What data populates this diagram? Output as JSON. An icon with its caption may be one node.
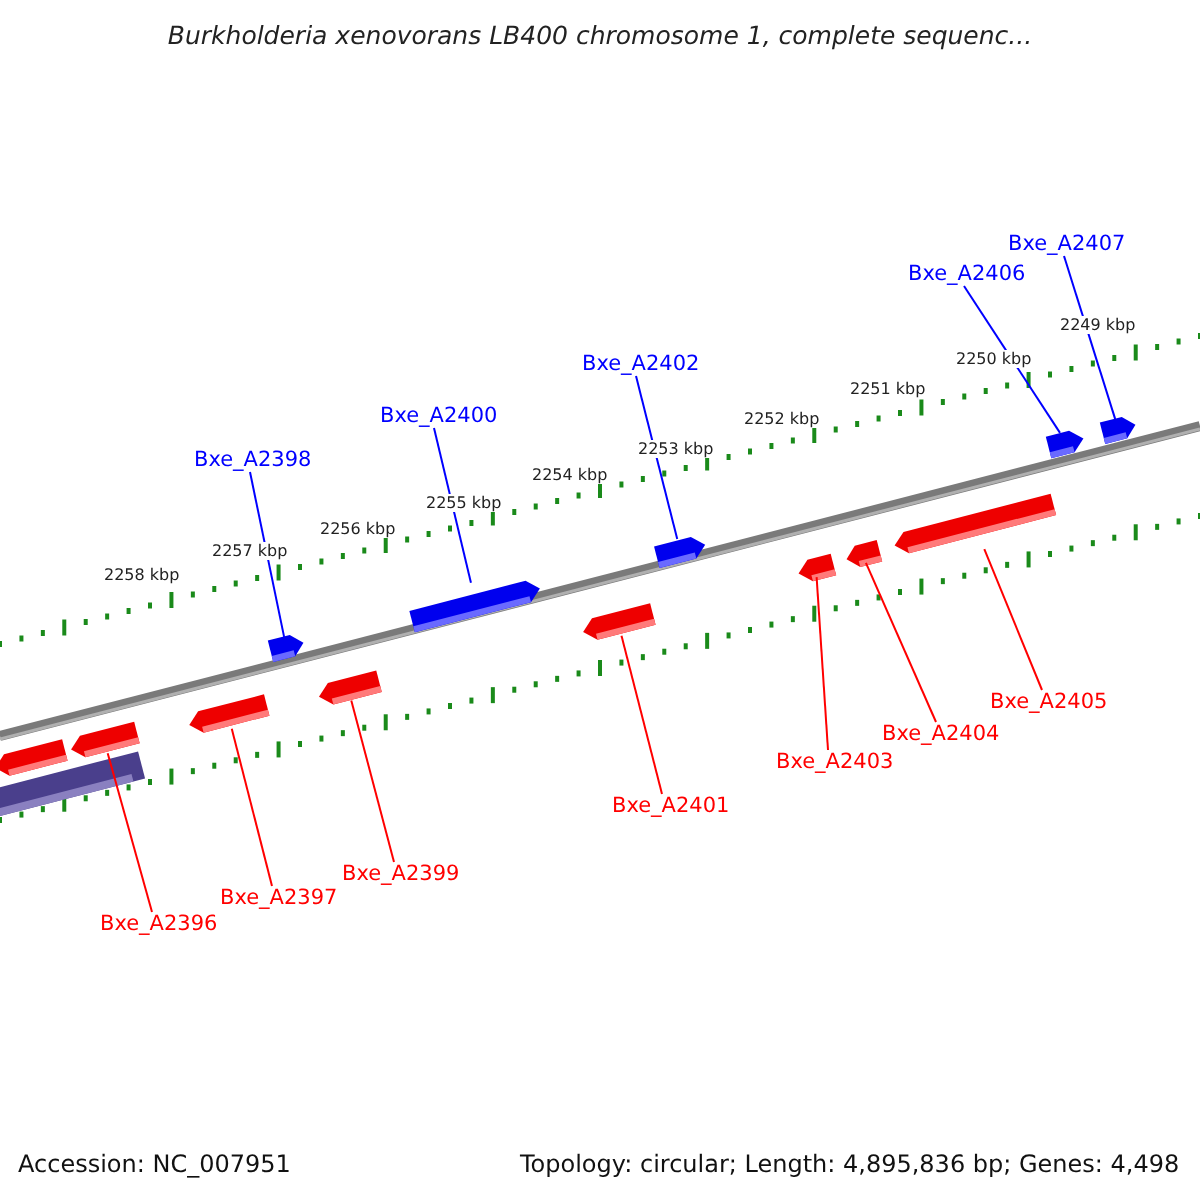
{
  "diagram": {
    "title": "Burkholderia xenovorans LB400 chromosome 1, complete sequenc...",
    "nodes": [
      {
        "text": [
          "Bxe_A2398"
        ]
      },
      {
        "text": [
          "Bxe_A2400"
        ]
      },
      {
        "text": [
          "Bxe_A2402"
        ]
      },
      {
        "text": [
          "Bxe_A2406"
        ]
      },
      {
        "text": [
          "Bxe_A2407"
        ]
      },
      {
        "text": [],
        "shape": "arrow"
      },
      {
        "text": [],
        "shape": "arrow"
      },
      {
        "text": [],
        "shape": "arrow"
      },
      {
        "text": [],
        "shape": "arrow"
      },
      {
        "text": [],
        "shape": "arrow"
      },
      {
        "text": [],
        "shape": "arrow"
      },
      {
        "text": [],
        "shape": "arrow"
      },
      {
        "text": [],
        "shape": "arrow"
      },
      {
        "text": [],
        "shape": "arrow"
      },
      {
        "text": [],
        "shape": "arrow"
      },
      {
        "text": [],
        "shape": "arrow"
      },
      {
        "text": [],
        "shape": "arrow"
      },
      {
        "text": [],
        "shape": "arrow"
      },
      {
        "text": [],
        "shape": "bar"
      },
      {
        "text": [
          "Bxe_A2396"
        ]
      },
      {
        "text": [
          "Bxe_A2397"
        ]
      },
      {
        "text": [
          "Bxe_A2399"
        ]
      },
      {
        "text": [
          "Bxe_A2401"
        ]
      },
      {
        "text": [
          "Bxe_A2403"
        ]
      },
      {
        "text": [
          "Bxe_A2404"
        ]
      },
      {
        "text": [
          "Bxe_A2405"
        ]
      }
    ],
    "edges": [
      {
        "from": 0,
        "to": 5,
        "arrow": "none",
        "color": "#0000ff"
      },
      {
        "from": 1,
        "to": 6,
        "arrow": "none",
        "color": "#0000ff"
      },
      {
        "from": 2,
        "to": 7,
        "arrow": "none",
        "color": "#0000ff"
      },
      {
        "from": 3,
        "to": 8,
        "arrow": "none",
        "color": "#0000ff"
      },
      {
        "from": 4,
        "to": 9,
        "arrow": "none",
        "color": "#0000ff"
      },
      {
        "from": 19,
        "to": 11,
        "arrow": "none"
      },
      {
        "from": 20,
        "to": 12,
        "arrow": "none"
      },
      {
        "from": 21,
        "to": 13,
        "arrow": "none"
      },
      {
        "from": 22,
        "to": 14,
        "arrow": "none"
      },
      {
        "from": 23,
        "to": 15,
        "arrow": "none"
      },
      {
        "from": 24,
        "to": 16,
        "arrow": "none"
      },
      {
        "from": 25,
        "to": 17,
        "arrow": "none"
      }
    ],
    "labels": [
      "2249 kbp",
      "2250 kbp",
      "2251 kbp",
      "2252 kbp",
      "2253 kbp",
      "2254 kbp",
      "2255 kbp",
      "2256 kbp",
      "2257 kbp",
      "2258 kbp",
      "Accession: NC_007951",
      "Topology: circular; Length: 4,895,836 bp; Genes: 4,498"
    ]
  }
}
